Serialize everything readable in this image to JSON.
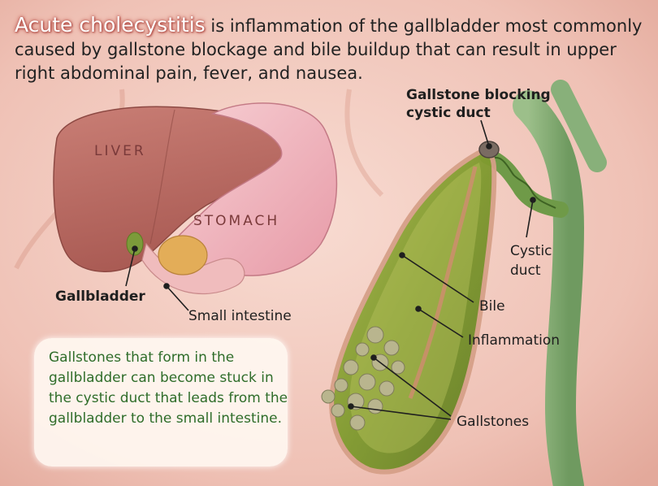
{
  "intro": {
    "term": "Acute cholecystitis",
    "text": " is inflammation of the gallbladder most commonly caused by gallstone blockage and bile buildup that can result in upper right abdominal pain, fever, and nausea."
  },
  "labels": {
    "liver": "LIVER",
    "stomach": "STOMACH",
    "gallbladder": "Gallbladder",
    "small_intestine": "Small intestine",
    "gallstone_blocking_line1": "Gallstone blocking",
    "gallstone_blocking_line2": "cystic duct",
    "cystic_line1": "Cystic",
    "cystic_line2": "duct",
    "bile": "Bile",
    "inflammation": "Inflammation",
    "gallstones": "Gallstones"
  },
  "note": {
    "text": "Gallstones that form in the gallbladder can become stuck in the cystic duct that leads from the gallbladder to the small intestine."
  },
  "colors": {
    "background": "#f3cfc4",
    "liver": "#b56a62",
    "stomach": "#f2b9c1",
    "gallbladder": "#8aa33a",
    "note_text": "#2f6d2a"
  }
}
